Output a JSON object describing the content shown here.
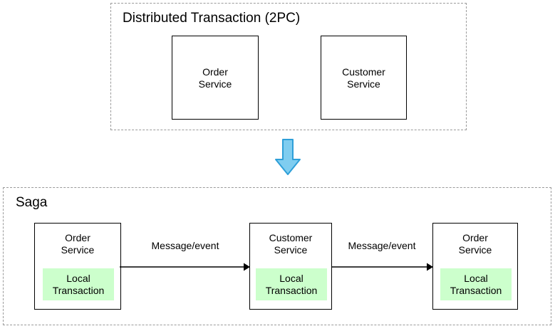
{
  "diagram": {
    "title_top": "Distributed Transaction (2PC)",
    "title_bottom": "Saga",
    "colors": {
      "local_transaction_fill": "#ccffcc",
      "big_arrow_fill": "#7fcdf0",
      "big_arrow_stroke": "#2e9fd8",
      "box_stroke": "#000000",
      "group_stroke": "#9a9a9a",
      "background": "#ffffff"
    },
    "top_group": {
      "label": "Distributed Transaction (2PC)",
      "boxes": [
        {
          "name": "order-service",
          "label": "Order\nService"
        },
        {
          "name": "customer-service",
          "label": "Customer\nService"
        }
      ]
    },
    "transition": {
      "icon": "down-arrow-icon",
      "direction": "down"
    },
    "bottom_group": {
      "label": "Saga",
      "boxes": [
        {
          "name": "order-service",
          "label": "Order\nService",
          "local_transaction": "Local\nTransaction"
        },
        {
          "name": "customer-service",
          "label": "Customer\nService",
          "local_transaction": "Local\nTransaction"
        },
        {
          "name": "order-service-2",
          "label": "Order\nService",
          "local_transaction": "Local\nTransaction"
        }
      ],
      "edges": [
        {
          "name": "edge-1",
          "label": "Message/event",
          "from": "order-service",
          "to": "customer-service"
        },
        {
          "name": "edge-2",
          "label": "Message/event",
          "from": "customer-service",
          "to": "order-service-2"
        }
      ]
    }
  }
}
